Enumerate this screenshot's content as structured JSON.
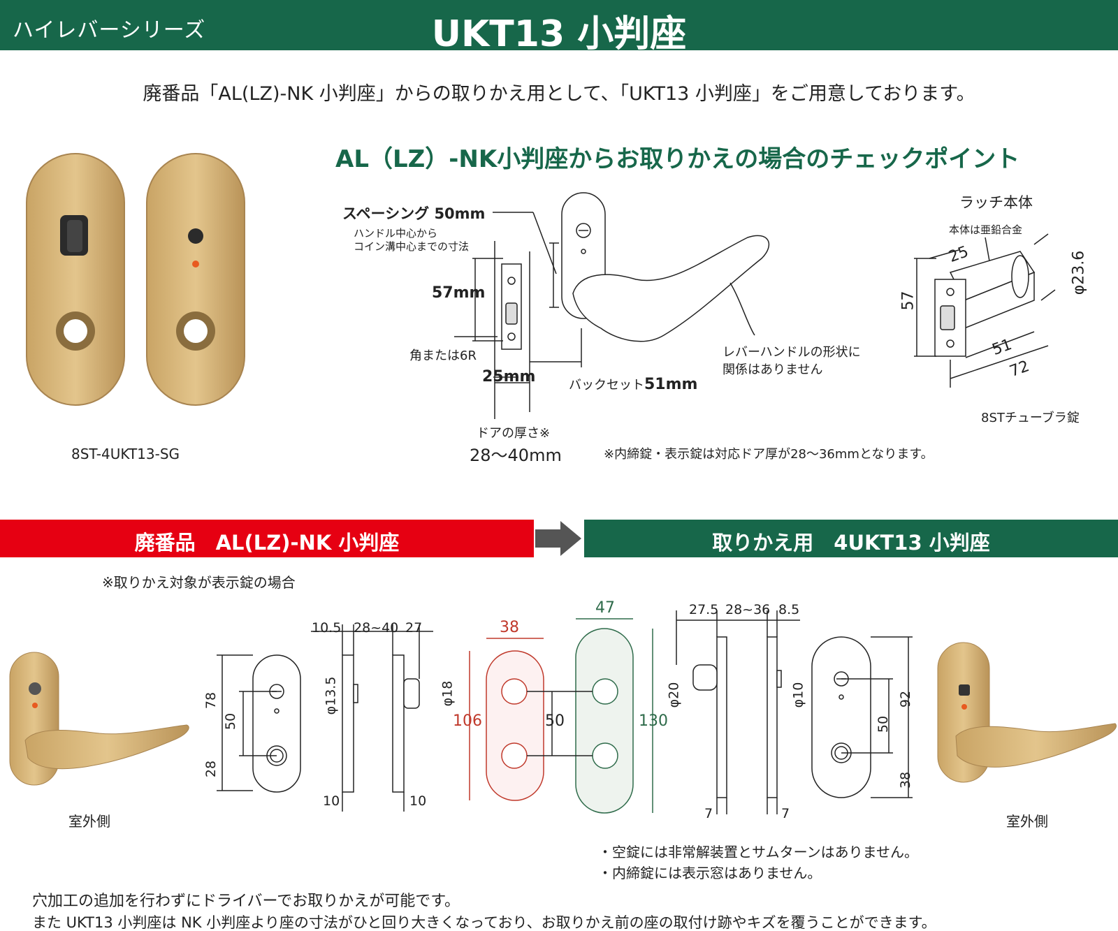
{
  "header": {
    "series": "ハイレバーシリーズ",
    "title": "UKT13 小判座"
  },
  "intro": "廃番品「AL(LZ)-NK 小判座」からの取りかえ用として、「UKT13 小判座」をご用意しております。",
  "product": {
    "code": "8ST-4UKT13-SG"
  },
  "checkpoint": {
    "heading": "AL（LZ）-NK小判座からお取りかえの場合のチェックポイント",
    "spacing_label": "スペーシング",
    "spacing_value": "50mm",
    "spacing_note_line1": "ハンドル中心から",
    "spacing_note_line2": "コイン溝中心までの寸法",
    "dim_57": "57mm",
    "corner": "角または6R",
    "dim_25": "25mm",
    "backset_label": "バックセット",
    "backset_value": "51mm",
    "door_label": "ドアの厚さ※",
    "door_value": "28〜40mm",
    "lever_note_line1": "レバーハンドルの形状に",
    "lever_note_line2": "関係はありません",
    "door_footnote": "※内締錠・表示錠は対応ドア厚が28〜36mmとなります。",
    "latch_title": "ラッチ本体",
    "latch_material": "本体は亜鉛合金",
    "latch_dims": {
      "d25": "25",
      "d23_6": "φ23.6",
      "d57": "57",
      "d51": "51",
      "d72": "72"
    },
    "latch_name": "8STチューブラ錠"
  },
  "compare": {
    "old_bar": "廃番品　AL(LZ)-NK 小判座",
    "new_bar": "取りかえ用　4UKT13 小判座",
    "old_note": "※取りかえ対象が表示錠の場合",
    "outdoor_left": "室外側",
    "outdoor_right": "室外側",
    "old_dims": {
      "d78": "78",
      "d50": "50",
      "d28": "28",
      "d10_5": "10.5",
      "d28_40": "28~40",
      "d27": "27",
      "d13_5": "φ13.5",
      "d18": "φ18",
      "d10a": "10",
      "d10b": "10"
    },
    "overlay_dims": {
      "d38": "38",
      "d47": "47",
      "d106": "106",
      "d50": "50",
      "d130": "130"
    },
    "new_dims": {
      "d27_5": "27.5",
      "d28_36": "28~36",
      "d8_5": "8.5",
      "d20": "φ20",
      "d10": "φ10",
      "d50": "50",
      "d92": "92",
      "d38": "38",
      "d7a": "7",
      "d7b": "7"
    },
    "bullet1": "・空錠には非常解装置とサムターンはありません。",
    "bullet2": "・内締錠には表示窓はありません。"
  },
  "footer": {
    "line1": "穴加工の追加を行わずにドライバーでお取りかえが可能です。",
    "line2": "また UKT13 小判座は NK 小判座より座の寸法がひと回り大きくなっており、お取りかえ前の座の取付け跡やキズを覆うことができます。"
  },
  "colors": {
    "brand_green": "#17674a",
    "alert_red": "#e60012",
    "gold": "#d4b071"
  }
}
